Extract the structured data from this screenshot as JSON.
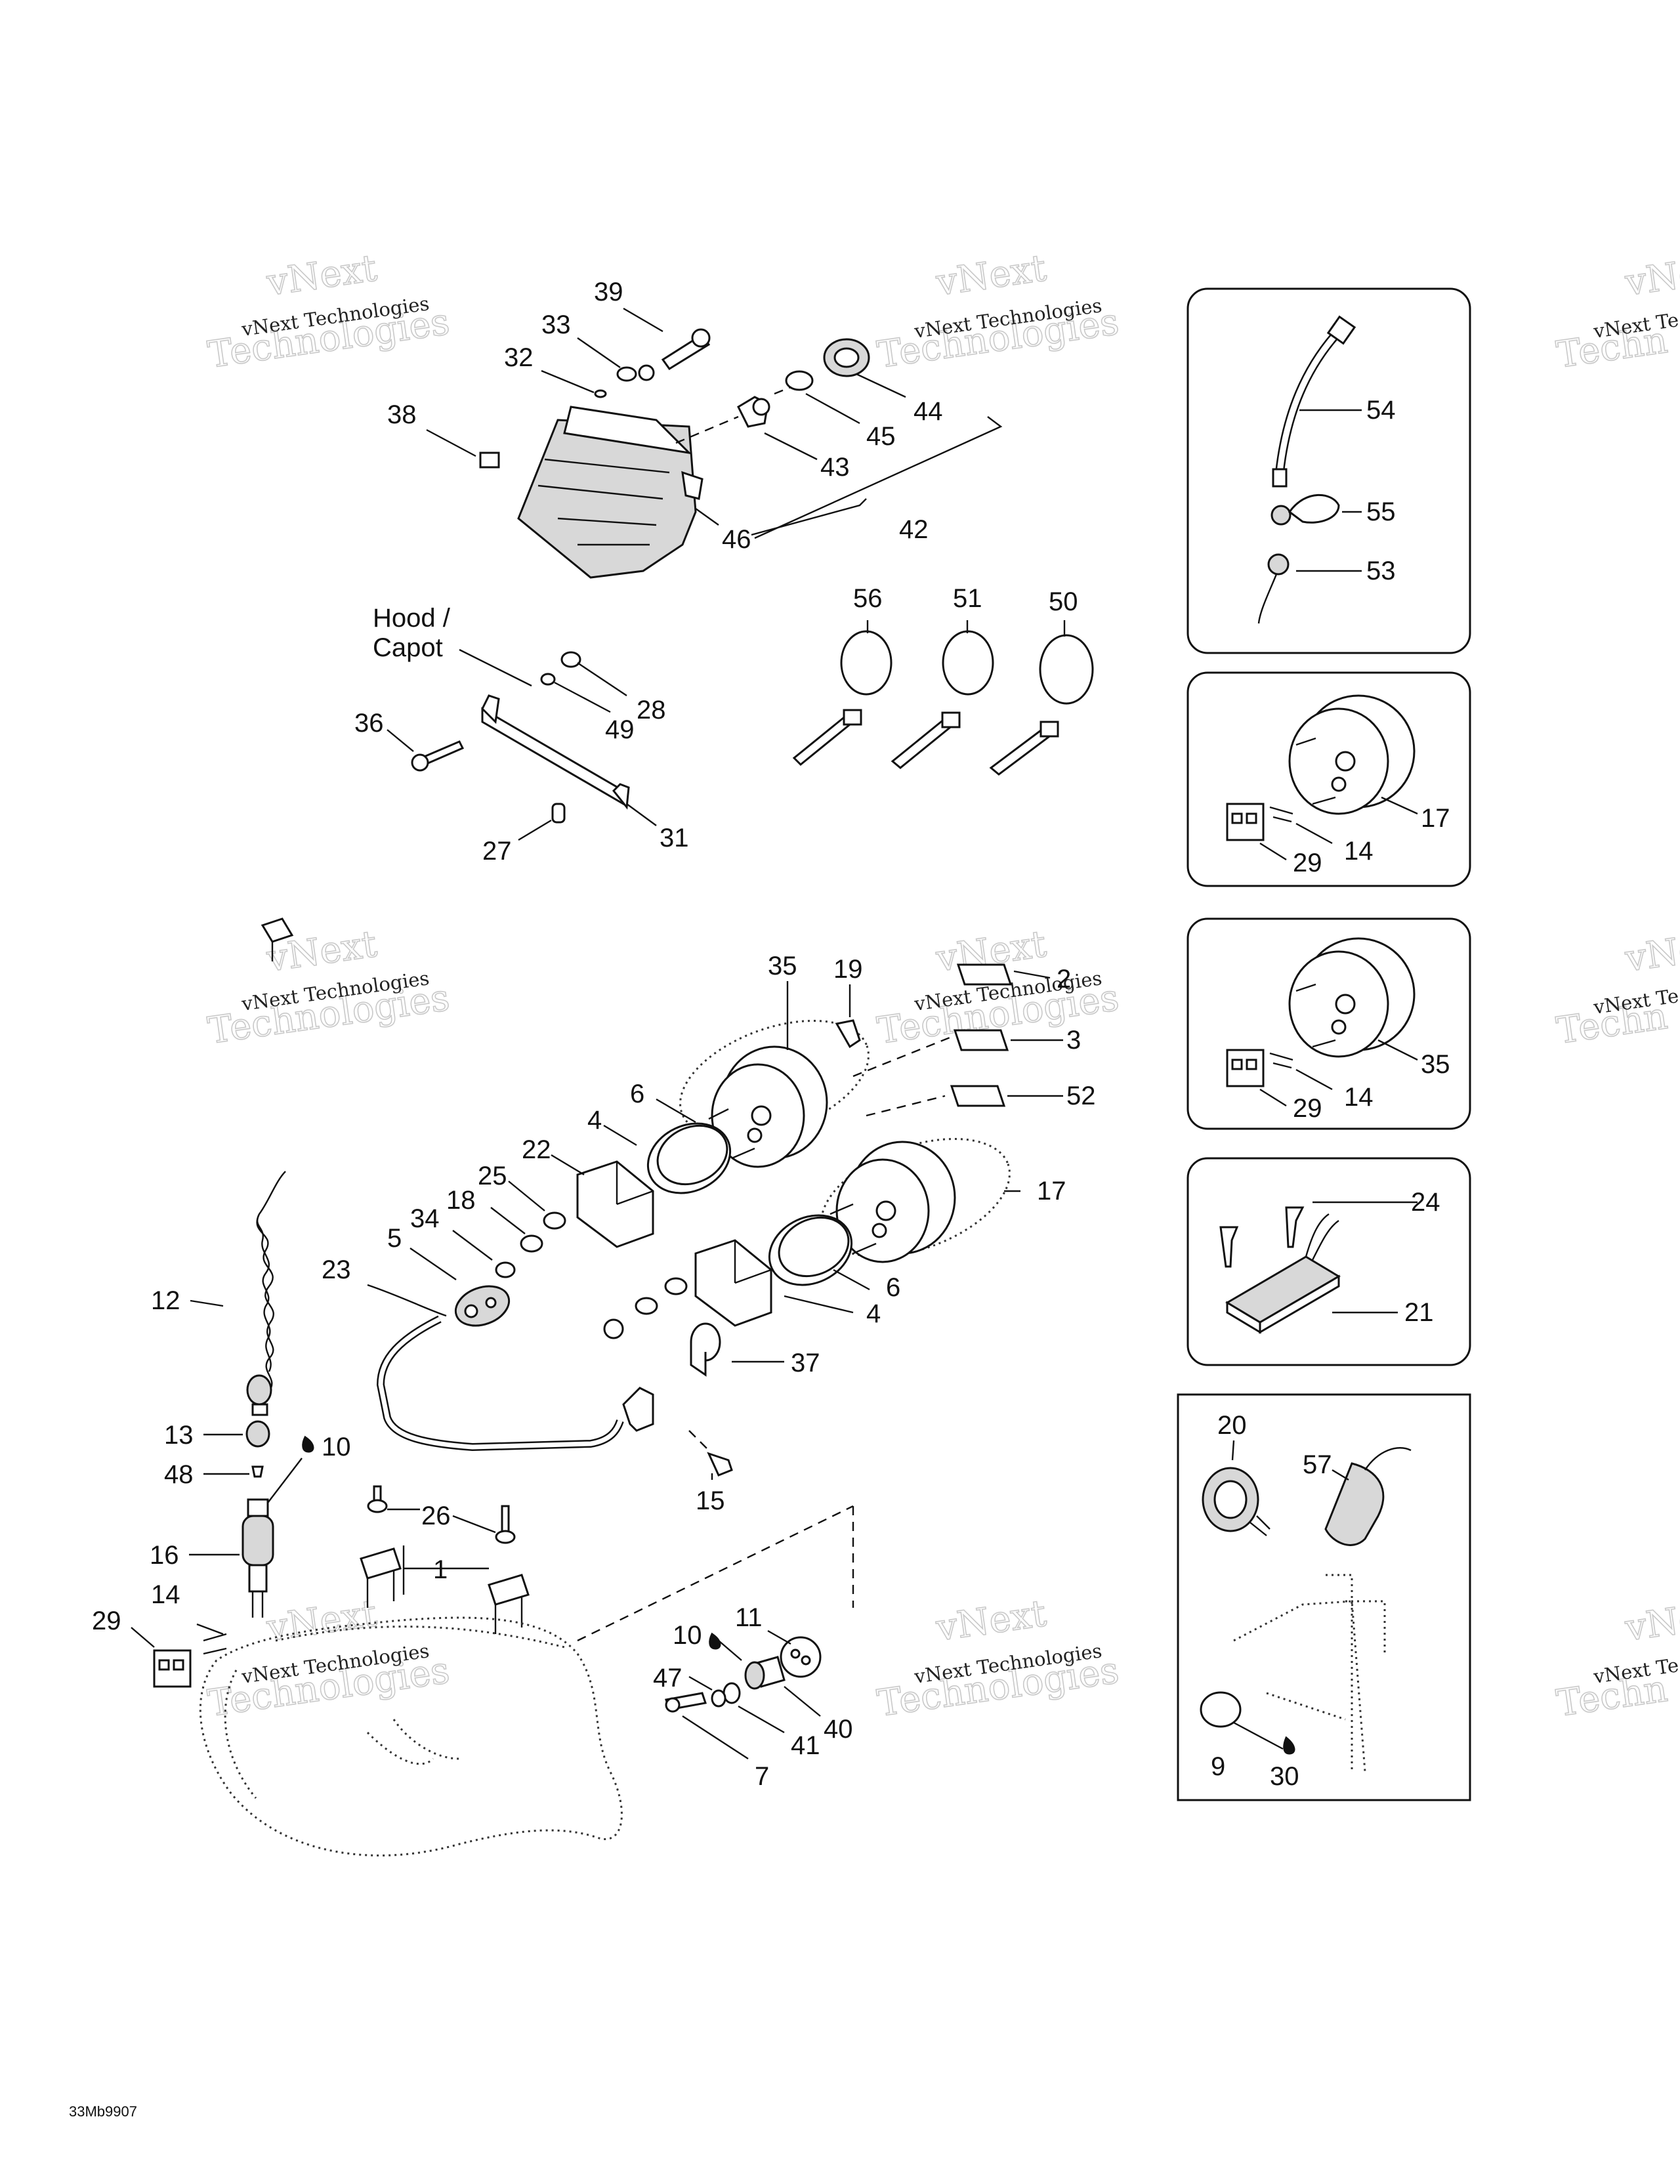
{
  "watermark": {
    "large": "vNext",
    "large2": "Technologies",
    "small": "vNext Technologies",
    "small_cut": "vNext Te",
    "large_cut": "vNe",
    "large2_cut": "Techn"
  },
  "diagram_code": "33Mb9907",
  "hood_label": {
    "line1": "Hood /",
    "line2": "Capot"
  },
  "callouts": {
    "c39": "39",
    "c33": "33",
    "c32": "32",
    "c38": "38",
    "c44": "44",
    "c45": "45",
    "c43": "43",
    "c46": "46",
    "c42": "42",
    "c56": "56",
    "c51": "51",
    "c50": "50",
    "c28": "28",
    "c49": "49",
    "c36": "36",
    "c27": "27",
    "c31": "31",
    "c54": "54",
    "c55": "55",
    "c53": "53",
    "c17a": "17",
    "c14a": "14",
    "c29a": "29",
    "c35a": "35",
    "c14b": "14",
    "c29b": "29",
    "c24": "24",
    "c21": "21",
    "c35": "35",
    "c19": "19",
    "c2": "2",
    "c3": "3",
    "c52": "52",
    "c17": "17",
    "c6a": "6",
    "c4a": "4",
    "c22": "22",
    "c25": "25",
    "c18": "18",
    "c34": "34",
    "c5": "5",
    "c23": "23",
    "c6b": "6",
    "c4b": "4",
    "c12": "12",
    "c37": "37",
    "c13": "13",
    "c10a": "10",
    "c48": "48",
    "c15": "15",
    "c26": "26",
    "c16": "16",
    "c1": "1",
    "c14c": "14",
    "c29c": "29",
    "c10b": "10",
    "c11": "11",
    "c47": "47",
    "c40": "40",
    "c41": "41",
    "c7": "7",
    "c20": "20",
    "c57": "57",
    "c9": "9",
    "c30": "30"
  }
}
